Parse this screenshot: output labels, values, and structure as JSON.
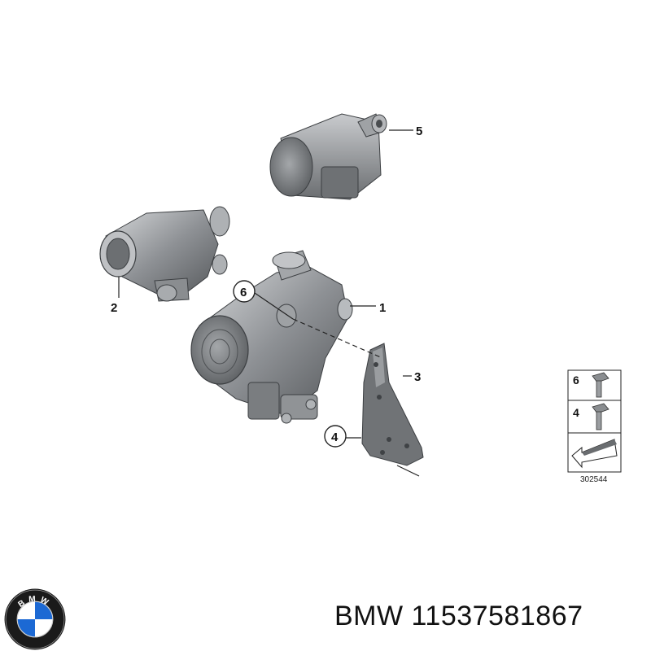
{
  "callouts": {
    "p1": "1",
    "p2": "2",
    "p3": "3",
    "p4": "4",
    "p5": "5",
    "p6": "6"
  },
  "legend": {
    "item_top": "6",
    "item_bottom": "4",
    "ref_number": "302544"
  },
  "logo": {
    "letters": "BMW",
    "colors": {
      "blue": "#1c69d4",
      "white": "#ffffff",
      "ring": "#1a1a1a"
    }
  },
  "footer": {
    "text": "BMW 11537581867"
  },
  "colors": {
    "part_dark": "#5a5d60",
    "part_mid": "#8c8f93",
    "part_light": "#c4c6c9",
    "line": "#222222"
  }
}
